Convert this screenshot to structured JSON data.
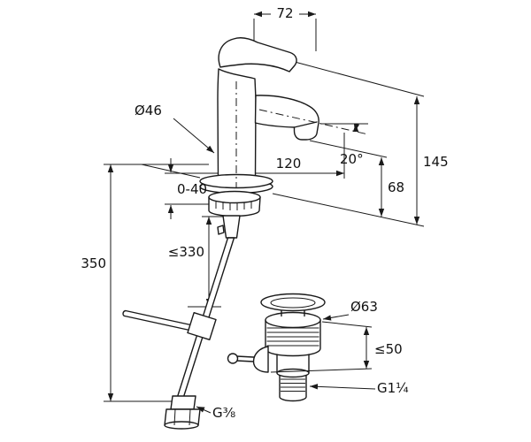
{
  "drawing": {
    "type": "technical-dimension-drawing",
    "subject": "single-lever basin mixer faucet with pop-up drain",
    "line_color": "#1a1a1a",
    "background_color": "#ffffff",
    "dimensions": {
      "handle_width": "72",
      "body_diameter": "Ø46",
      "spout_reach": "120",
      "spout_angle": "20°",
      "total_height": "145",
      "outlet_height": "68",
      "deck_thickness": "0-40",
      "rod_length": "≤330",
      "shank_height": "350",
      "drain_flange_diameter": "Ø63",
      "drain_body_height": "≤50",
      "drain_thread": "G1¼",
      "supply_thread": "G⅜"
    }
  }
}
